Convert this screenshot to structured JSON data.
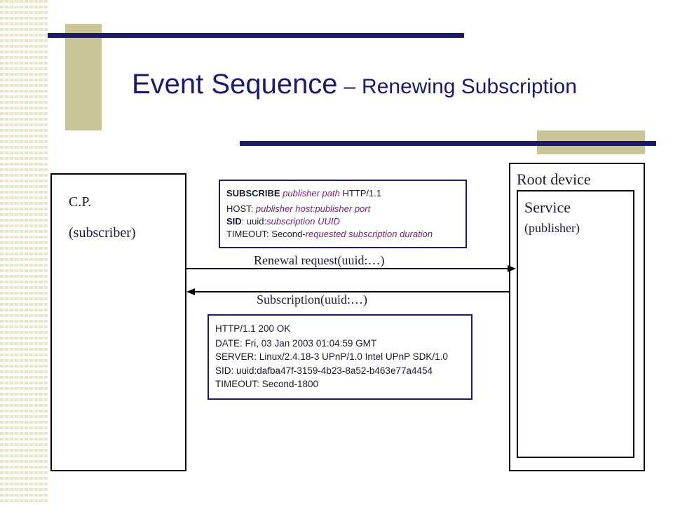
{
  "slide": {
    "title_main": "Event Sequence",
    "title_dash": "–",
    "title_sub": "Renewing Subscription"
  },
  "subscriber": {
    "name": "C.P.",
    "role": "(subscriber)"
  },
  "root_device": {
    "label": "Root device",
    "service_name": "Service",
    "service_role": "(publisher)"
  },
  "request": {
    "line1_method": "SUBSCRIBE",
    "line1_path": " publisher path",
    "line1_proto": " HTTP/1.1",
    "line2_key": "HOST: ",
    "line2_val": "publisher host:publisher port",
    "line3_key": "SID",
    "line3_mid": ": uuid:",
    "line3_val": "subscription UUID",
    "line4_key": "TIMEOUT: Second-",
    "line4_val": "requested subscription duration"
  },
  "response": {
    "lines": [
      "HTTP/1.1 200 OK",
      "DATE: Fri, 03 Jan 2003 01:04:59 GMT",
      "SERVER: Linux/2.4.18-3 UPnP/1.0 Intel UPnP SDK/1.0",
      "SID: uuid:dafba47f-3159-4b23-8a52-b463e77a4454",
      "TIMEOUT: Second-1800"
    ]
  },
  "arrows": {
    "renewal_label": "Renewal request(uuid:…)",
    "subscription_label": "Subscription(uuid:…)"
  },
  "colors": {
    "navy": "#1a1a6e",
    "tan": "#c9c596",
    "purple": "#7a1a7a"
  }
}
